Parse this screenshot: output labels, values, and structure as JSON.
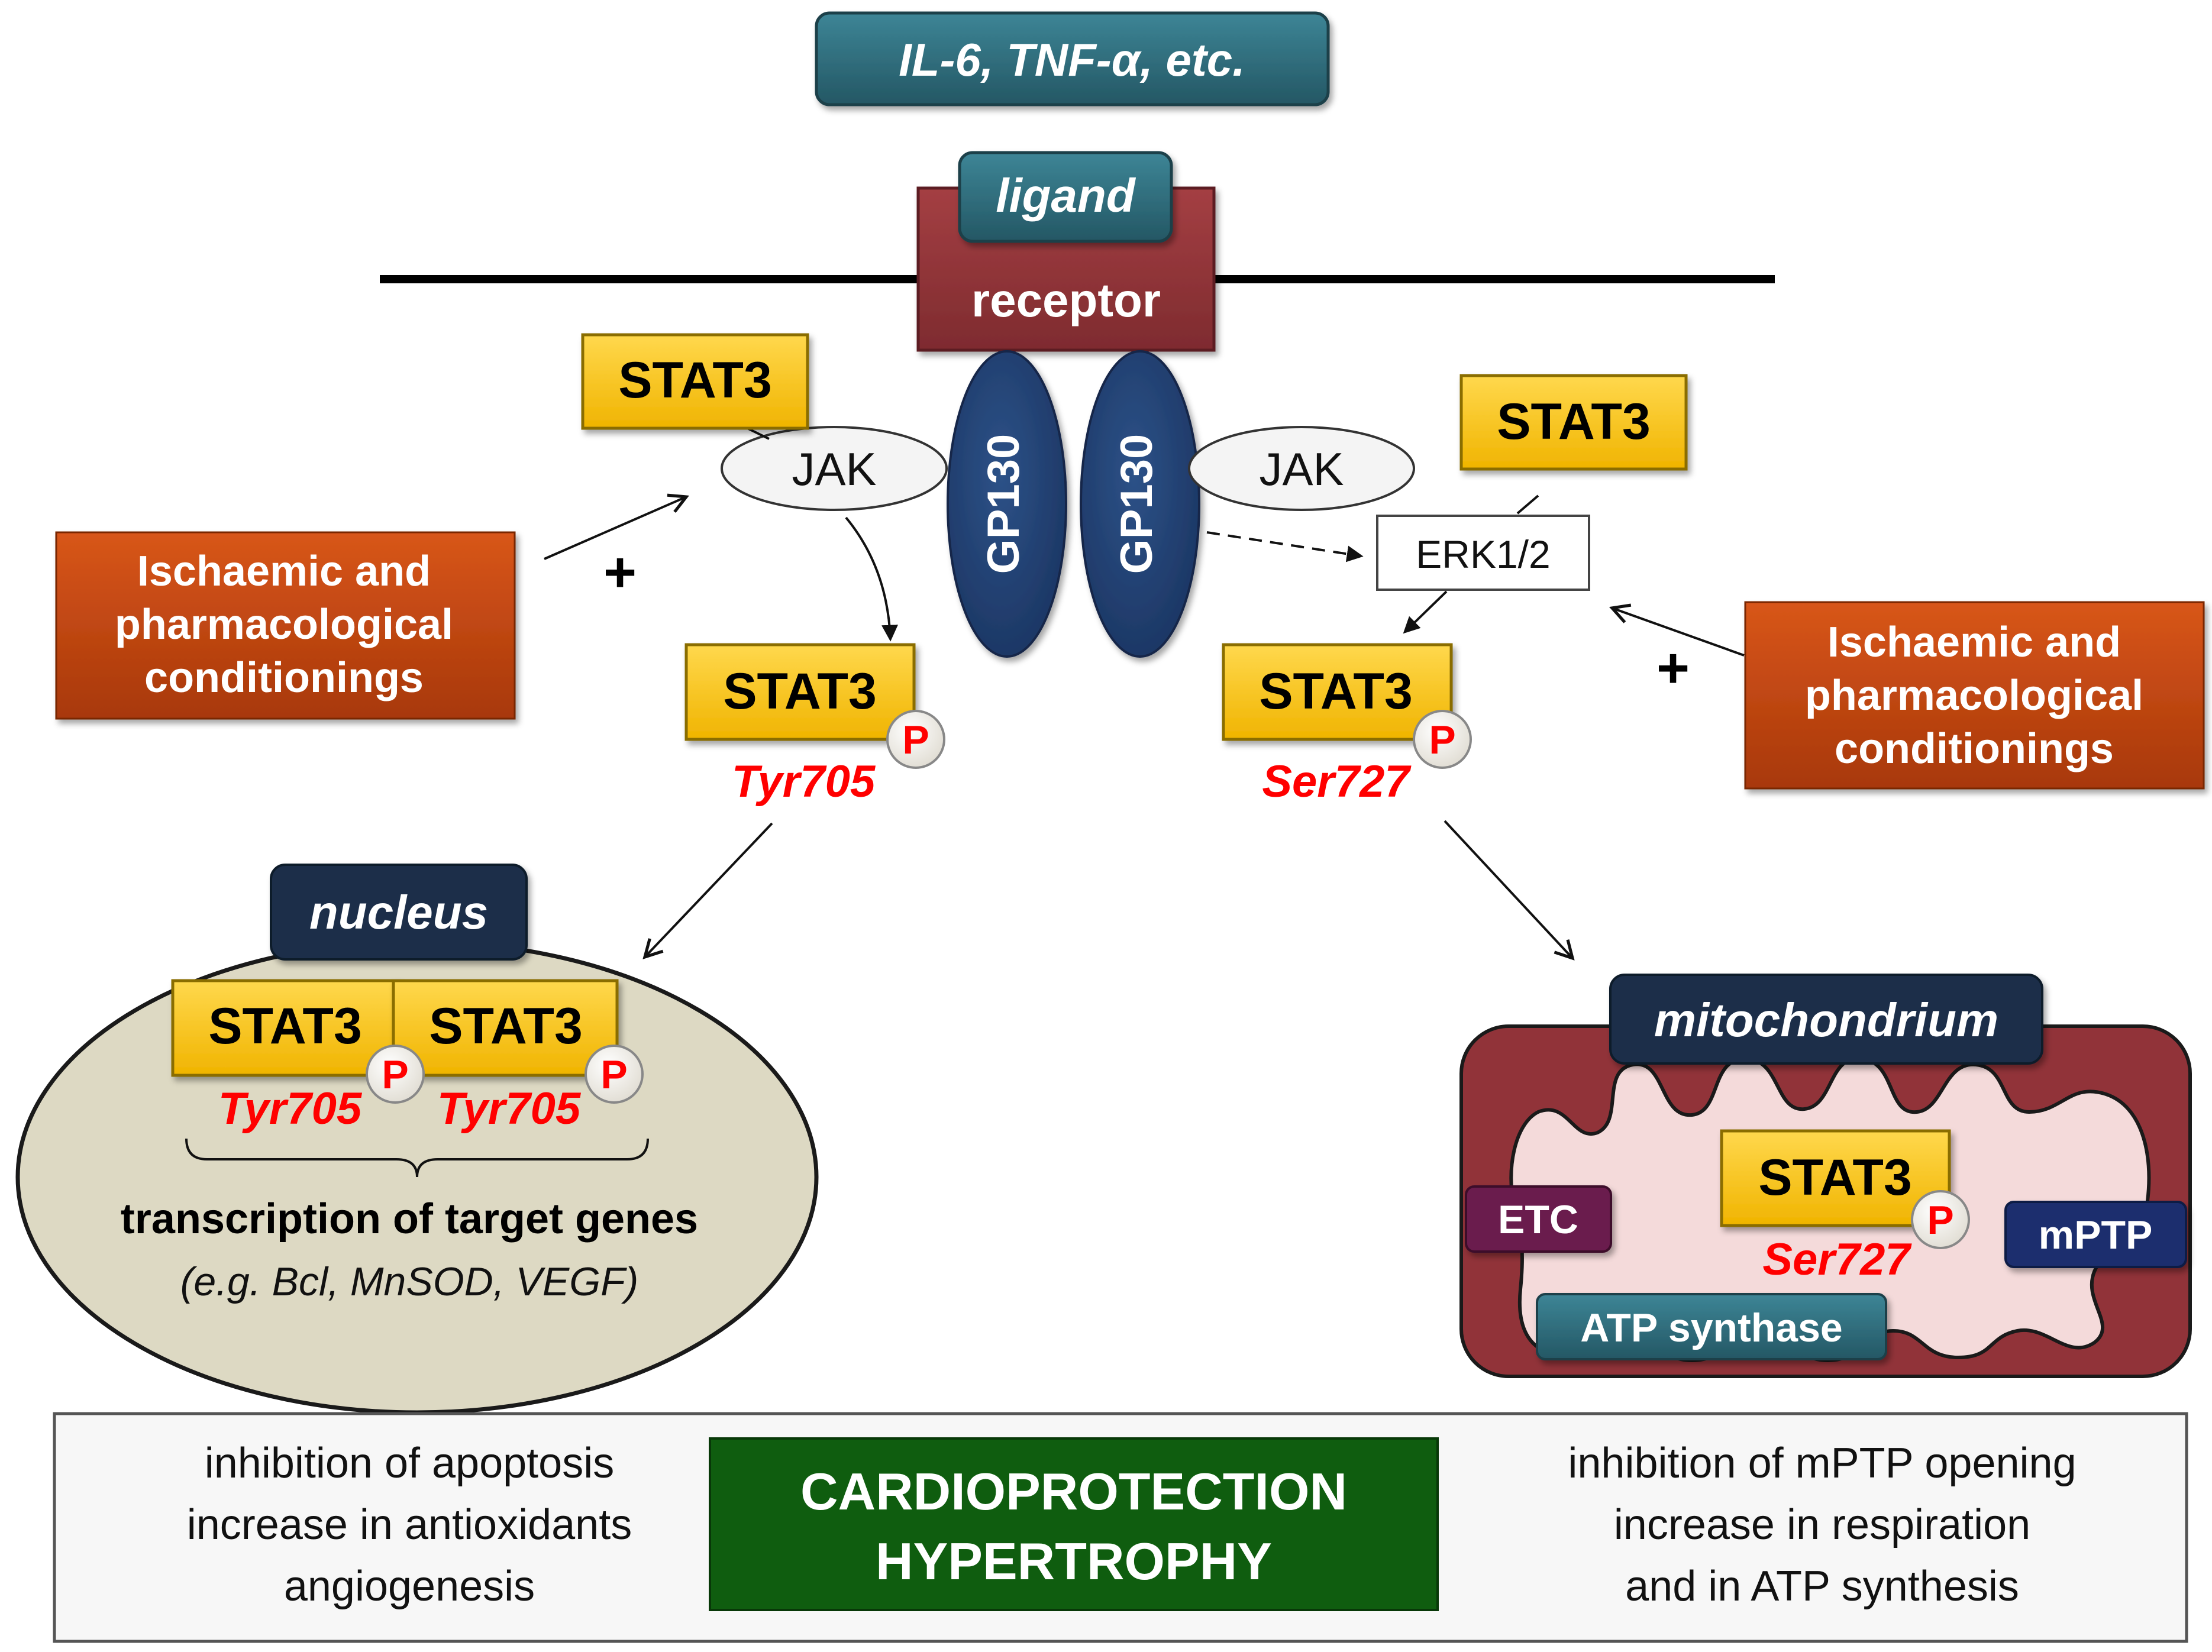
{
  "top_ligands": "IL-6, TNF-α, etc.",
  "ligand_label": "ligand",
  "receptor_label": "receptor",
  "gp130_label": "GP130",
  "jak_label": "JAK",
  "erk_label": "ERK1/2",
  "stat3_label": "STAT3",
  "phospho_label": "P",
  "tyr705_label": "Tyr705",
  "ser727_label": "Ser727",
  "plus_sign": "+",
  "conditionings_left": [
    "Ischaemic and",
    "pharmacological",
    "conditionings"
  ],
  "conditionings_right": [
    "Ischaemic and",
    "pharmacological",
    "conditionings"
  ],
  "nucleus_label": "nucleus",
  "transcription_label": "transcription  of target genes",
  "transcription_example": "(e.g. Bcl, MnSOD, VEGF)",
  "mitochondrion_label": "mitochondrium",
  "etc_label": "ETC",
  "mptp_label": "mPTP",
  "atp_synthase_label": "ATP synthase",
  "outcomes_left": [
    "inhibition  of apoptosis",
    "increase  in antioxidants",
    "angiogenesis"
  ],
  "outcome_center": [
    "CARDIOPROTECTION",
    "HYPERTROPHY"
  ],
  "outcomes_right": [
    "inhibition  of mPTP opening",
    "increase in respiration",
    "and in ATP synthesis"
  ],
  "colors": {
    "teal": "#2e6b7a",
    "navy": "#1c2e4a",
    "receptor_red": "#8e3437",
    "gp130_blue": "#1f3d6e",
    "stat3_yellow": "#ffc000",
    "conditioning_orange": "#c0440d",
    "nucleus_fill": "#ddd9c3",
    "mito_outer": "#913339",
    "mito_inner": "#f4dada",
    "etc_purple": "#6b1a4d",
    "mptp_blue": "#1a2e6e",
    "green_box": "#0f5d0f",
    "phospho_red": "#ff0000"
  }
}
